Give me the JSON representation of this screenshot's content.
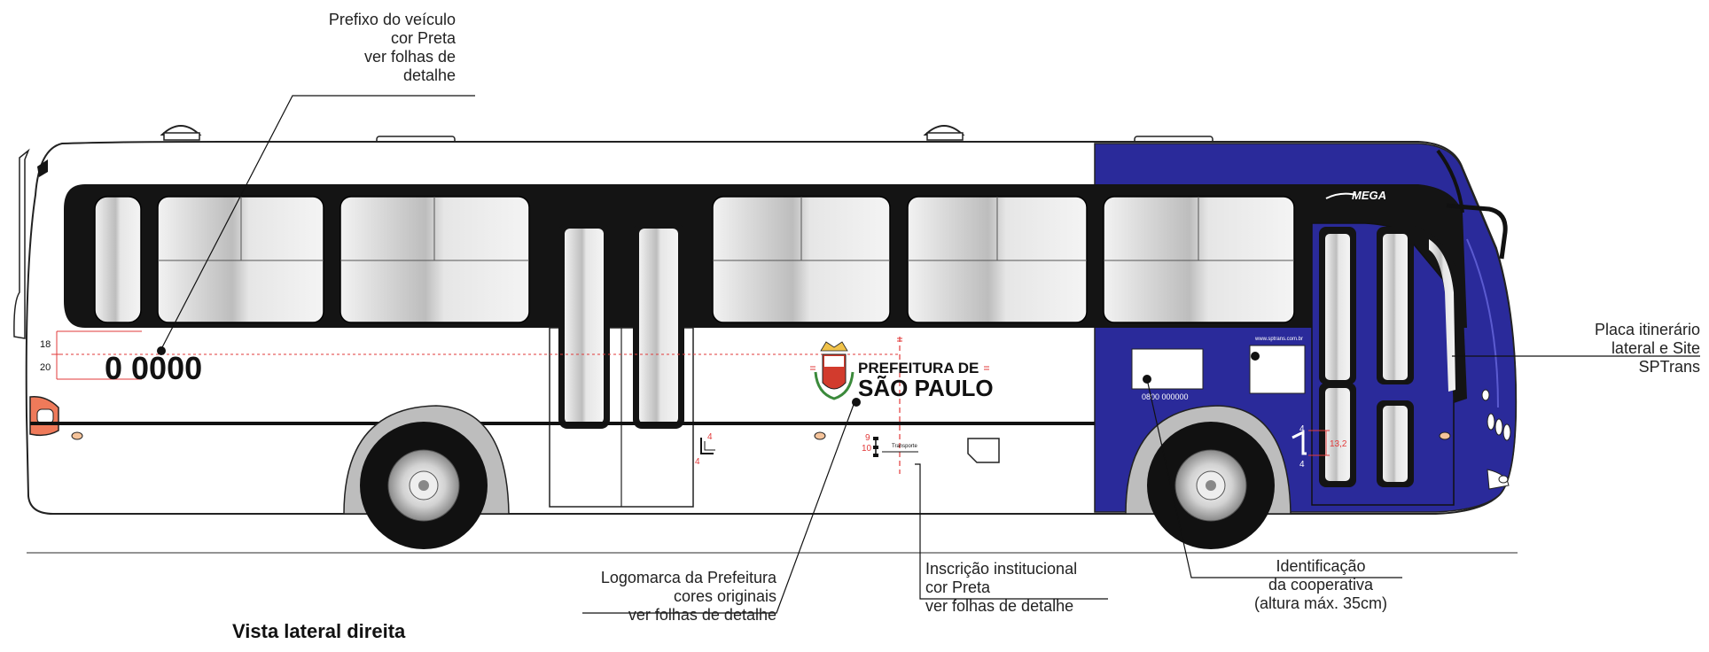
{
  "title": "Vista lateral direita",
  "annotations": {
    "vehicle_prefix": [
      "Prefixo do veículo",
      "cor Preta",
      "ver folhas de",
      "detalhe"
    ],
    "route_plate": [
      "Placa itinerário",
      "lateral e Site",
      "SPTrans"
    ],
    "city_logo": [
      "Logomarca da Prefeitura",
      "cores originais",
      "ver folhas de detalhe"
    ],
    "institutional": [
      "Inscrição institucional",
      "cor Preta",
      "ver folhas de detalhe"
    ],
    "cooperative_id": [
      "Identificação",
      "da cooperativa",
      "(altura máx. 35cm)"
    ]
  },
  "bus_markings": {
    "fleet_number": "0 0000",
    "logo_line1": "PREFEITURA DE",
    "logo_line2": "SÃO PAULO",
    "brand": "MEGA",
    "website": "www.sptrans.com.br",
    "coop_number": "0800 000000",
    "small_text": "Transporte"
  },
  "dimensions": {
    "d18": "18",
    "d20": "20",
    "d9": "9",
    "d10": "10",
    "d4a": "4",
    "d4b": "4",
    "d4c": "4",
    "d4d": "4",
    "d13": "13,2"
  },
  "colors": {
    "blue_section": "#2a2a9a",
    "window_band": "#141414",
    "dimension_red": "#e23a3a"
  }
}
